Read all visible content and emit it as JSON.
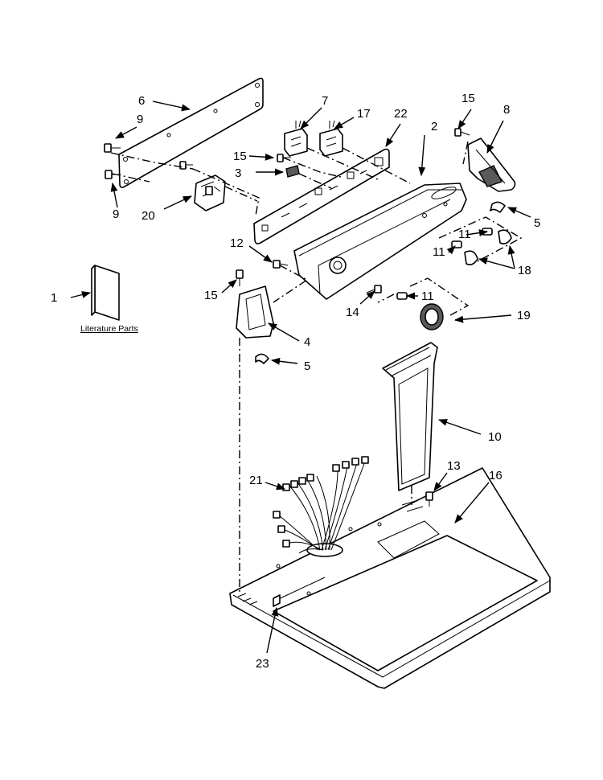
{
  "diagram": {
    "callouts": {
      "c1": "1",
      "c2": "2",
      "c3": "3",
      "c4": "4",
      "c5a": "5",
      "c5b": "5",
      "c6": "6",
      "c7": "7",
      "c8": "8",
      "c9a": "9",
      "c9b": "9",
      "c10": "10",
      "c11a": "11",
      "c11b": "11",
      "c11c": "11",
      "c12": "12",
      "c13": "13",
      "c14": "14",
      "c15a": "15",
      "c15b": "15",
      "c15c": "15",
      "c16": "16",
      "c17": "17",
      "c18": "18",
      "c19": "19",
      "c20": "20",
      "c21": "21",
      "c22": "22",
      "c23": "23"
    },
    "literature_label": "Literature Parts"
  }
}
